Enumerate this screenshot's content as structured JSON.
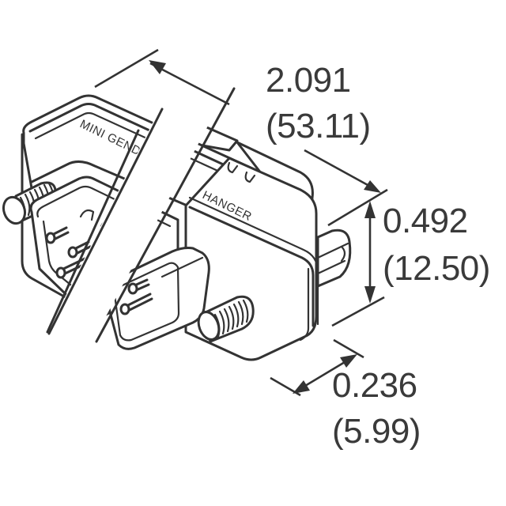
{
  "figure": {
    "subject": "Mini gender changer connector, isometric dimension drawing",
    "body_label_left": "MINI GENDE",
    "body_label_right": "HANGER",
    "line_color": "#333333",
    "background": "#ffffff"
  },
  "dimensions": {
    "length": {
      "inches": "2.091",
      "mm": "(53.11)"
    },
    "height": {
      "inches": "0.492",
      "mm": "(12.50)"
    },
    "depth": {
      "inches": "0.236",
      "mm": "(5.99)"
    }
  }
}
